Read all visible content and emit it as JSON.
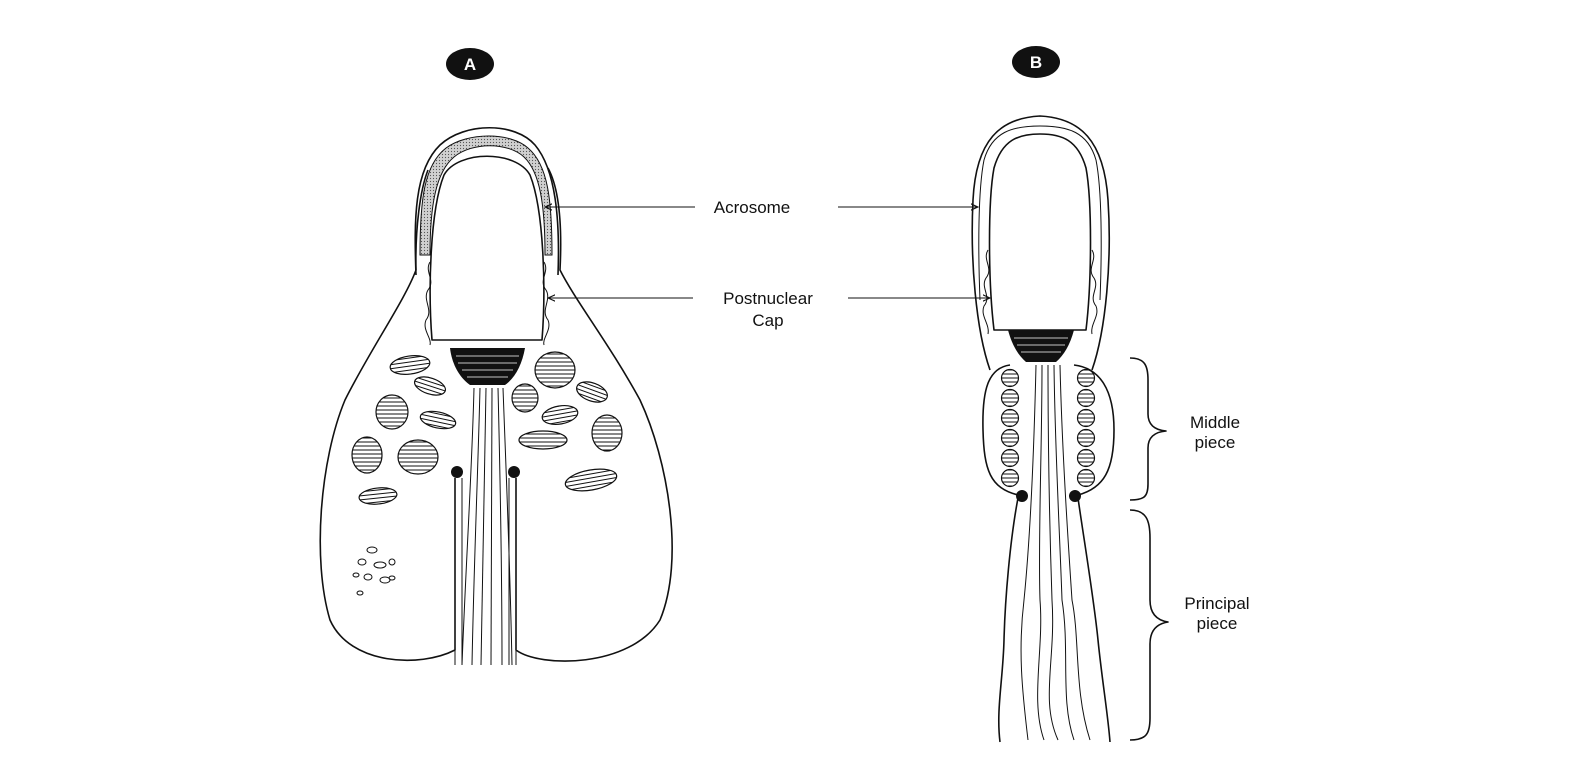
{
  "panels": {
    "a": {
      "badge": "A"
    },
    "b": {
      "badge": "B"
    }
  },
  "labels": {
    "acrosome": "Acrosome",
    "postnuclear_line1": "Postnuclear",
    "postnuclear_line2": "Cap",
    "middle_line1": "Middle",
    "middle_line2": "piece",
    "principal_line1": "Principal",
    "principal_line2": "piece"
  },
  "colors": {
    "ink": "#111111",
    "paper": "#ffffff",
    "acrosome_shade": "#bdbdbd"
  }
}
